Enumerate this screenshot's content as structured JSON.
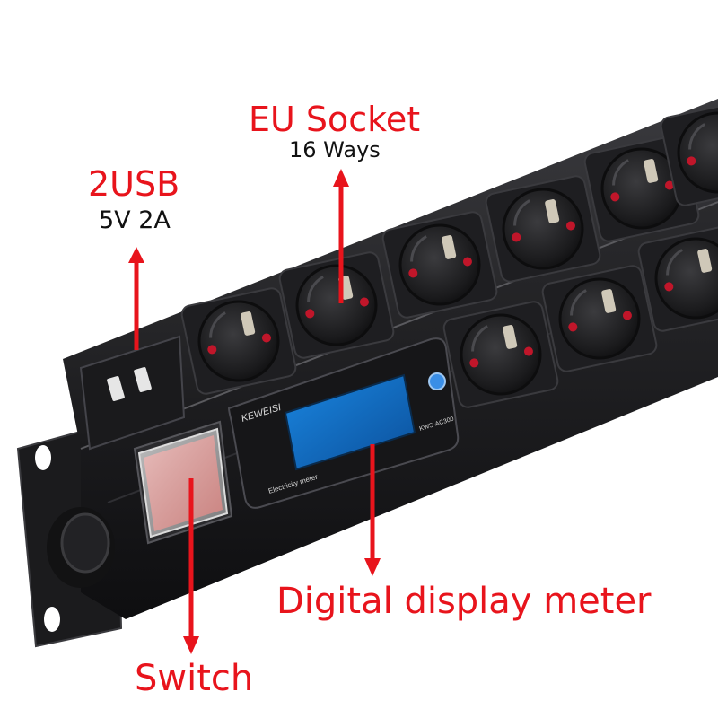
{
  "labels": {
    "usb_title": "2USB",
    "usb_spec": "5V 2A",
    "socket_title": "EU Socket",
    "socket_spec": "16 Ways",
    "meter_title": "Digital display meter",
    "switch_title": "Switch"
  },
  "meter": {
    "brand": "KEWEISI",
    "model": "KWS-AC300",
    "caption": "Electricity meter"
  },
  "colors": {
    "annotation_red": "#e8141c",
    "annotation_black": "#111111",
    "body_black": "#1c1c1e",
    "socket_red_dot": "#c0162a",
    "switch_red": "#d8352f",
    "screen_blue": "#0f6ec9",
    "button_blue": "#3a8ee6"
  },
  "icons": {
    "usb_port": "usb-port-icon",
    "socket": "eu-socket-icon",
    "arrow": "red-arrow-icon"
  }
}
